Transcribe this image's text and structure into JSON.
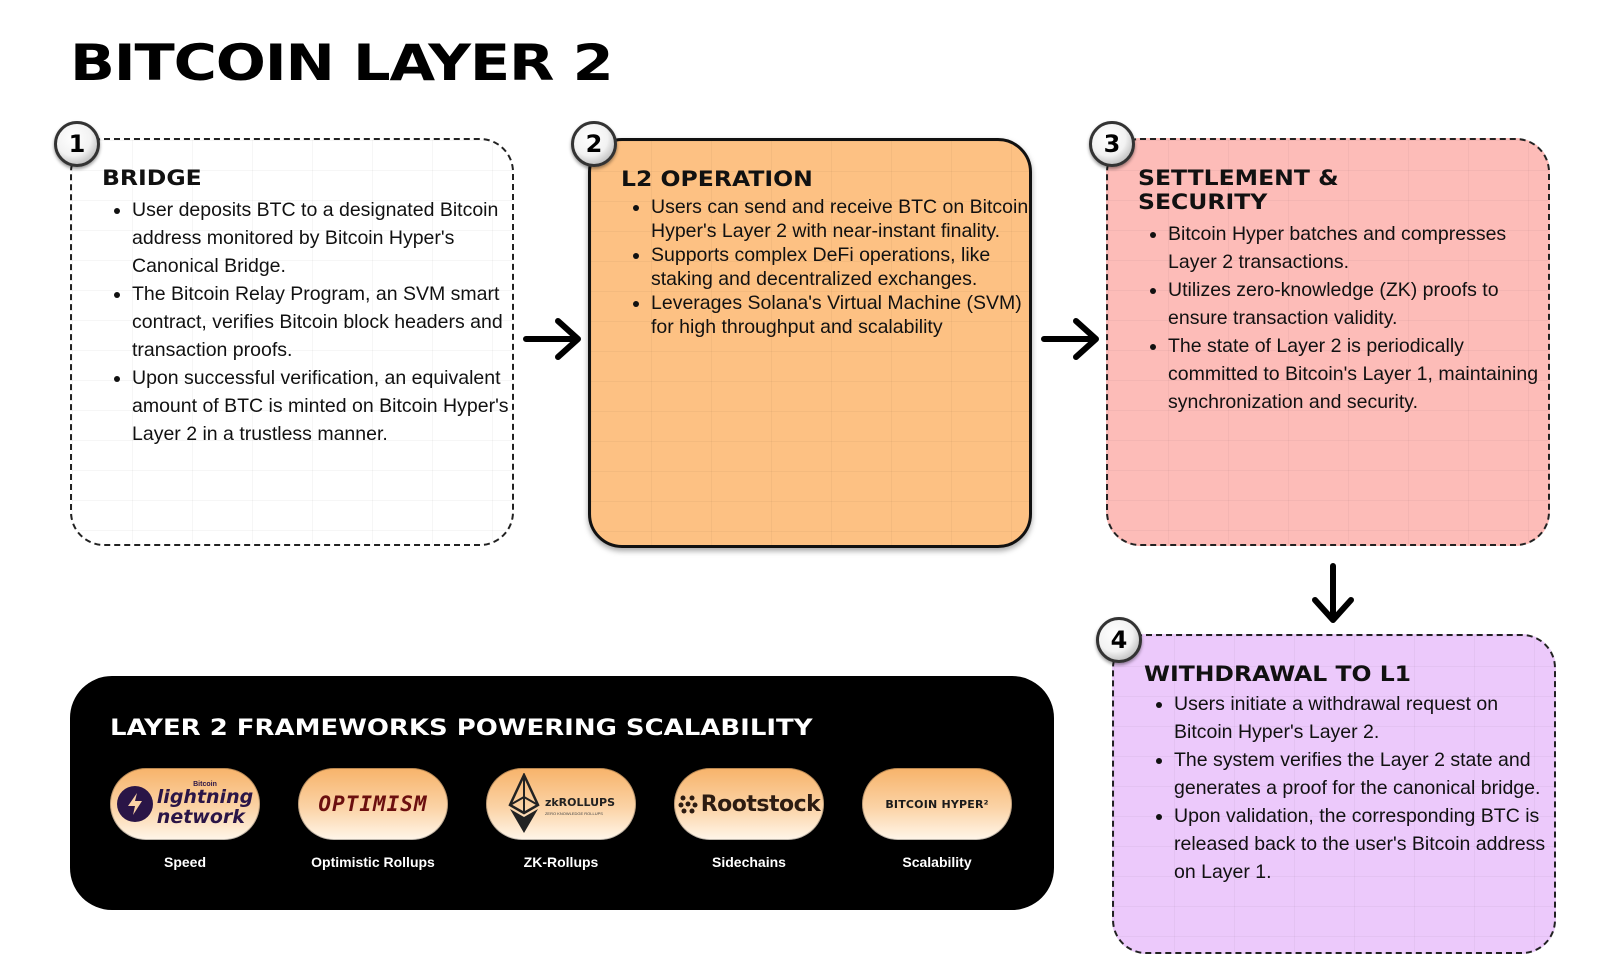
{
  "title": "BITCOIN LAYER 2",
  "steps": [
    {
      "number": "1",
      "heading": "BRIDGE",
      "bullets": [
        "User deposits BTC to a designated Bitcoin address monitored by Bitcoin Hyper's Canonical Bridge.",
        "The Bitcoin Relay Program, an SVM smart contract, verifies Bitcoin block headers and transaction proofs.",
        "Upon successful verification, an equivalent amount of BTC is minted on Bitcoin Hyper's Layer 2 in a trustless manner."
      ],
      "color": "#ffffff"
    },
    {
      "number": "2",
      "heading": "L2 OPERATION",
      "bullets": [
        "Users can send and receive BTC on Bitcoin Hyper's Layer 2 with near-instant finality.",
        "Supports complex DeFi operations, like staking and decentralized exchanges.",
        "Leverages Solana's Virtual Machine (SVM) for high throughput and scalability"
      ],
      "color": "#fdc183"
    },
    {
      "number": "3",
      "heading_line1": "SETTLEMENT &",
      "heading_line2": "SECURITY",
      "bullets": [
        "Bitcoin Hyper batches and compresses Layer 2 transactions.",
        "Utilizes zero-knowledge (ZK) proofs to ensure transaction validity.",
        "The state of Layer 2 is periodically committed to Bitcoin's Layer 1, maintaining synchronization and security."
      ],
      "color": "#fdbcb8"
    },
    {
      "number": "4",
      "heading": "WITHDRAWAL TO L1",
      "bullets": [
        "Users initiate a withdrawal request on Bitcoin Hyper's Layer 2.",
        "The system verifies the Layer 2 state and generates a proof for the canonical bridge.",
        "Upon validation, the corresponding BTC is released back to the user's Bitcoin address on Layer 1."
      ],
      "color": "#ecc9fb"
    }
  ],
  "frameworks_panel": {
    "title": "LAYER 2 FRAMEWORKS POWERING SCALABILITY",
    "items": [
      {
        "logo_small": "Bitcoin",
        "logo_line1": "lightning",
        "logo_line2": "network",
        "label": "Speed",
        "icon": "lightning-bolt-icon"
      },
      {
        "logo": "OPTIMISM",
        "label": "Optimistic Rollups"
      },
      {
        "logo": "zkROLLUPS",
        "logo_sub": "ZERO KNOWLEDGE ROLLUPS",
        "label": "ZK-Rollups",
        "icon": "ethereum-icon"
      },
      {
        "logo": "Rootstock",
        "label": "Sidechains",
        "icon": "rootstock-icon"
      },
      {
        "logo": "BITCOIN HYPER²",
        "label": "Scalability"
      }
    ]
  }
}
